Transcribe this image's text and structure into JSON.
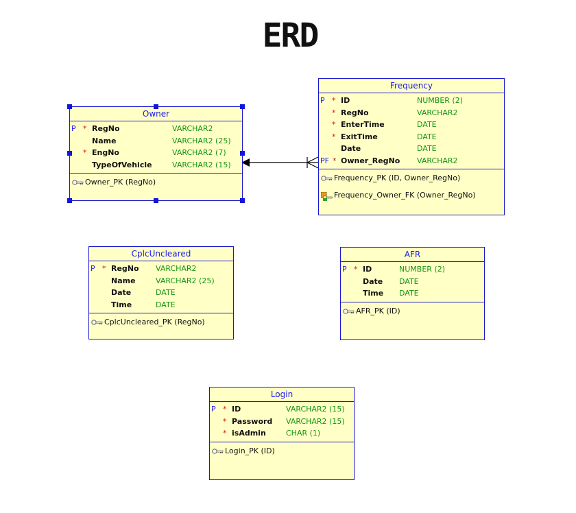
{
  "title": "ERD",
  "entities": {
    "owner": {
      "name": "Owner",
      "columns": [
        {
          "flag": "P",
          "req": "*",
          "name": "RegNo",
          "type": "VARCHAR2"
        },
        {
          "flag": "",
          "req": "",
          "name": "Name",
          "type": "VARCHAR2 (25)"
        },
        {
          "flag": "",
          "req": "*",
          "name": "EngNo",
          "type": "VARCHAR2 (7)"
        },
        {
          "flag": "",
          "req": "",
          "name": "TypeOfVehicle",
          "type": "VARCHAR2 (15)"
        }
      ],
      "keys": [
        {
          "icon": "primary-key-icon",
          "label": "Owner_PK (RegNo)"
        }
      ]
    },
    "frequency": {
      "name": "Frequency",
      "columns": [
        {
          "flag": "P",
          "req": "*",
          "name": "ID",
          "type": "NUMBER (2)"
        },
        {
          "flag": "",
          "req": "*",
          "name": "RegNo",
          "type": "VARCHAR2"
        },
        {
          "flag": "",
          "req": "*",
          "name": "EnterTime",
          "type": "DATE"
        },
        {
          "flag": "",
          "req": "*",
          "name": "ExitTime",
          "type": "DATE"
        },
        {
          "flag": "",
          "req": "",
          "name": "Date",
          "type": "DATE"
        },
        {
          "flag": "PF",
          "req": "*",
          "name": "Owner_RegNo",
          "type": "VARCHAR2"
        }
      ],
      "keys": [
        {
          "icon": "primary-key-icon",
          "label": "Frequency_PK (ID, Owner_RegNo)"
        },
        {
          "icon": "foreign-key-icon",
          "label": "Frequency_Owner_FK (Owner_RegNo)"
        }
      ]
    },
    "cplc": {
      "name": "CplcUncleared",
      "columns": [
        {
          "flag": "P",
          "req": "*",
          "name": "RegNo",
          "type": "VARCHAR2"
        },
        {
          "flag": "",
          "req": "",
          "name": "Name",
          "type": "VARCHAR2 (25)"
        },
        {
          "flag": "",
          "req": "",
          "name": "Date",
          "type": "DATE"
        },
        {
          "flag": "",
          "req": "",
          "name": "Time",
          "type": "DATE"
        }
      ],
      "keys": [
        {
          "icon": "primary-key-icon",
          "label": "CplcUncleared_PK (RegNo)"
        }
      ]
    },
    "afr": {
      "name": "AFR",
      "columns": [
        {
          "flag": "P",
          "req": "*",
          "name": "ID",
          "type": "NUMBER (2)"
        },
        {
          "flag": "",
          "req": "",
          "name": "Date",
          "type": "DATE"
        },
        {
          "flag": "",
          "req": "",
          "name": "Time",
          "type": "DATE"
        }
      ],
      "keys": [
        {
          "icon": "primary-key-icon",
          "label": "AFR_PK (ID)"
        }
      ]
    },
    "login": {
      "name": "Login",
      "columns": [
        {
          "flag": "P",
          "req": "*",
          "name": "ID",
          "type": "VARCHAR2 (15)"
        },
        {
          "flag": "",
          "req": "*",
          "name": "Password",
          "type": "VARCHAR2 (15)"
        },
        {
          "flag": "",
          "req": "*",
          "name": "isAdmin",
          "type": "CHAR (1)"
        }
      ],
      "keys": [
        {
          "icon": "primary-key-icon",
          "label": "Login_PK (ID)"
        }
      ]
    }
  },
  "relationships": [
    {
      "from": "frequency",
      "to": "owner",
      "from_end": "many",
      "to_end": "one"
    }
  ],
  "colors": {
    "entity_fill": "#ffffc6",
    "entity_border": "#1a1acc",
    "title_text": "#1a1aee",
    "type_text": "#149414",
    "required_marker": "#e01010"
  }
}
